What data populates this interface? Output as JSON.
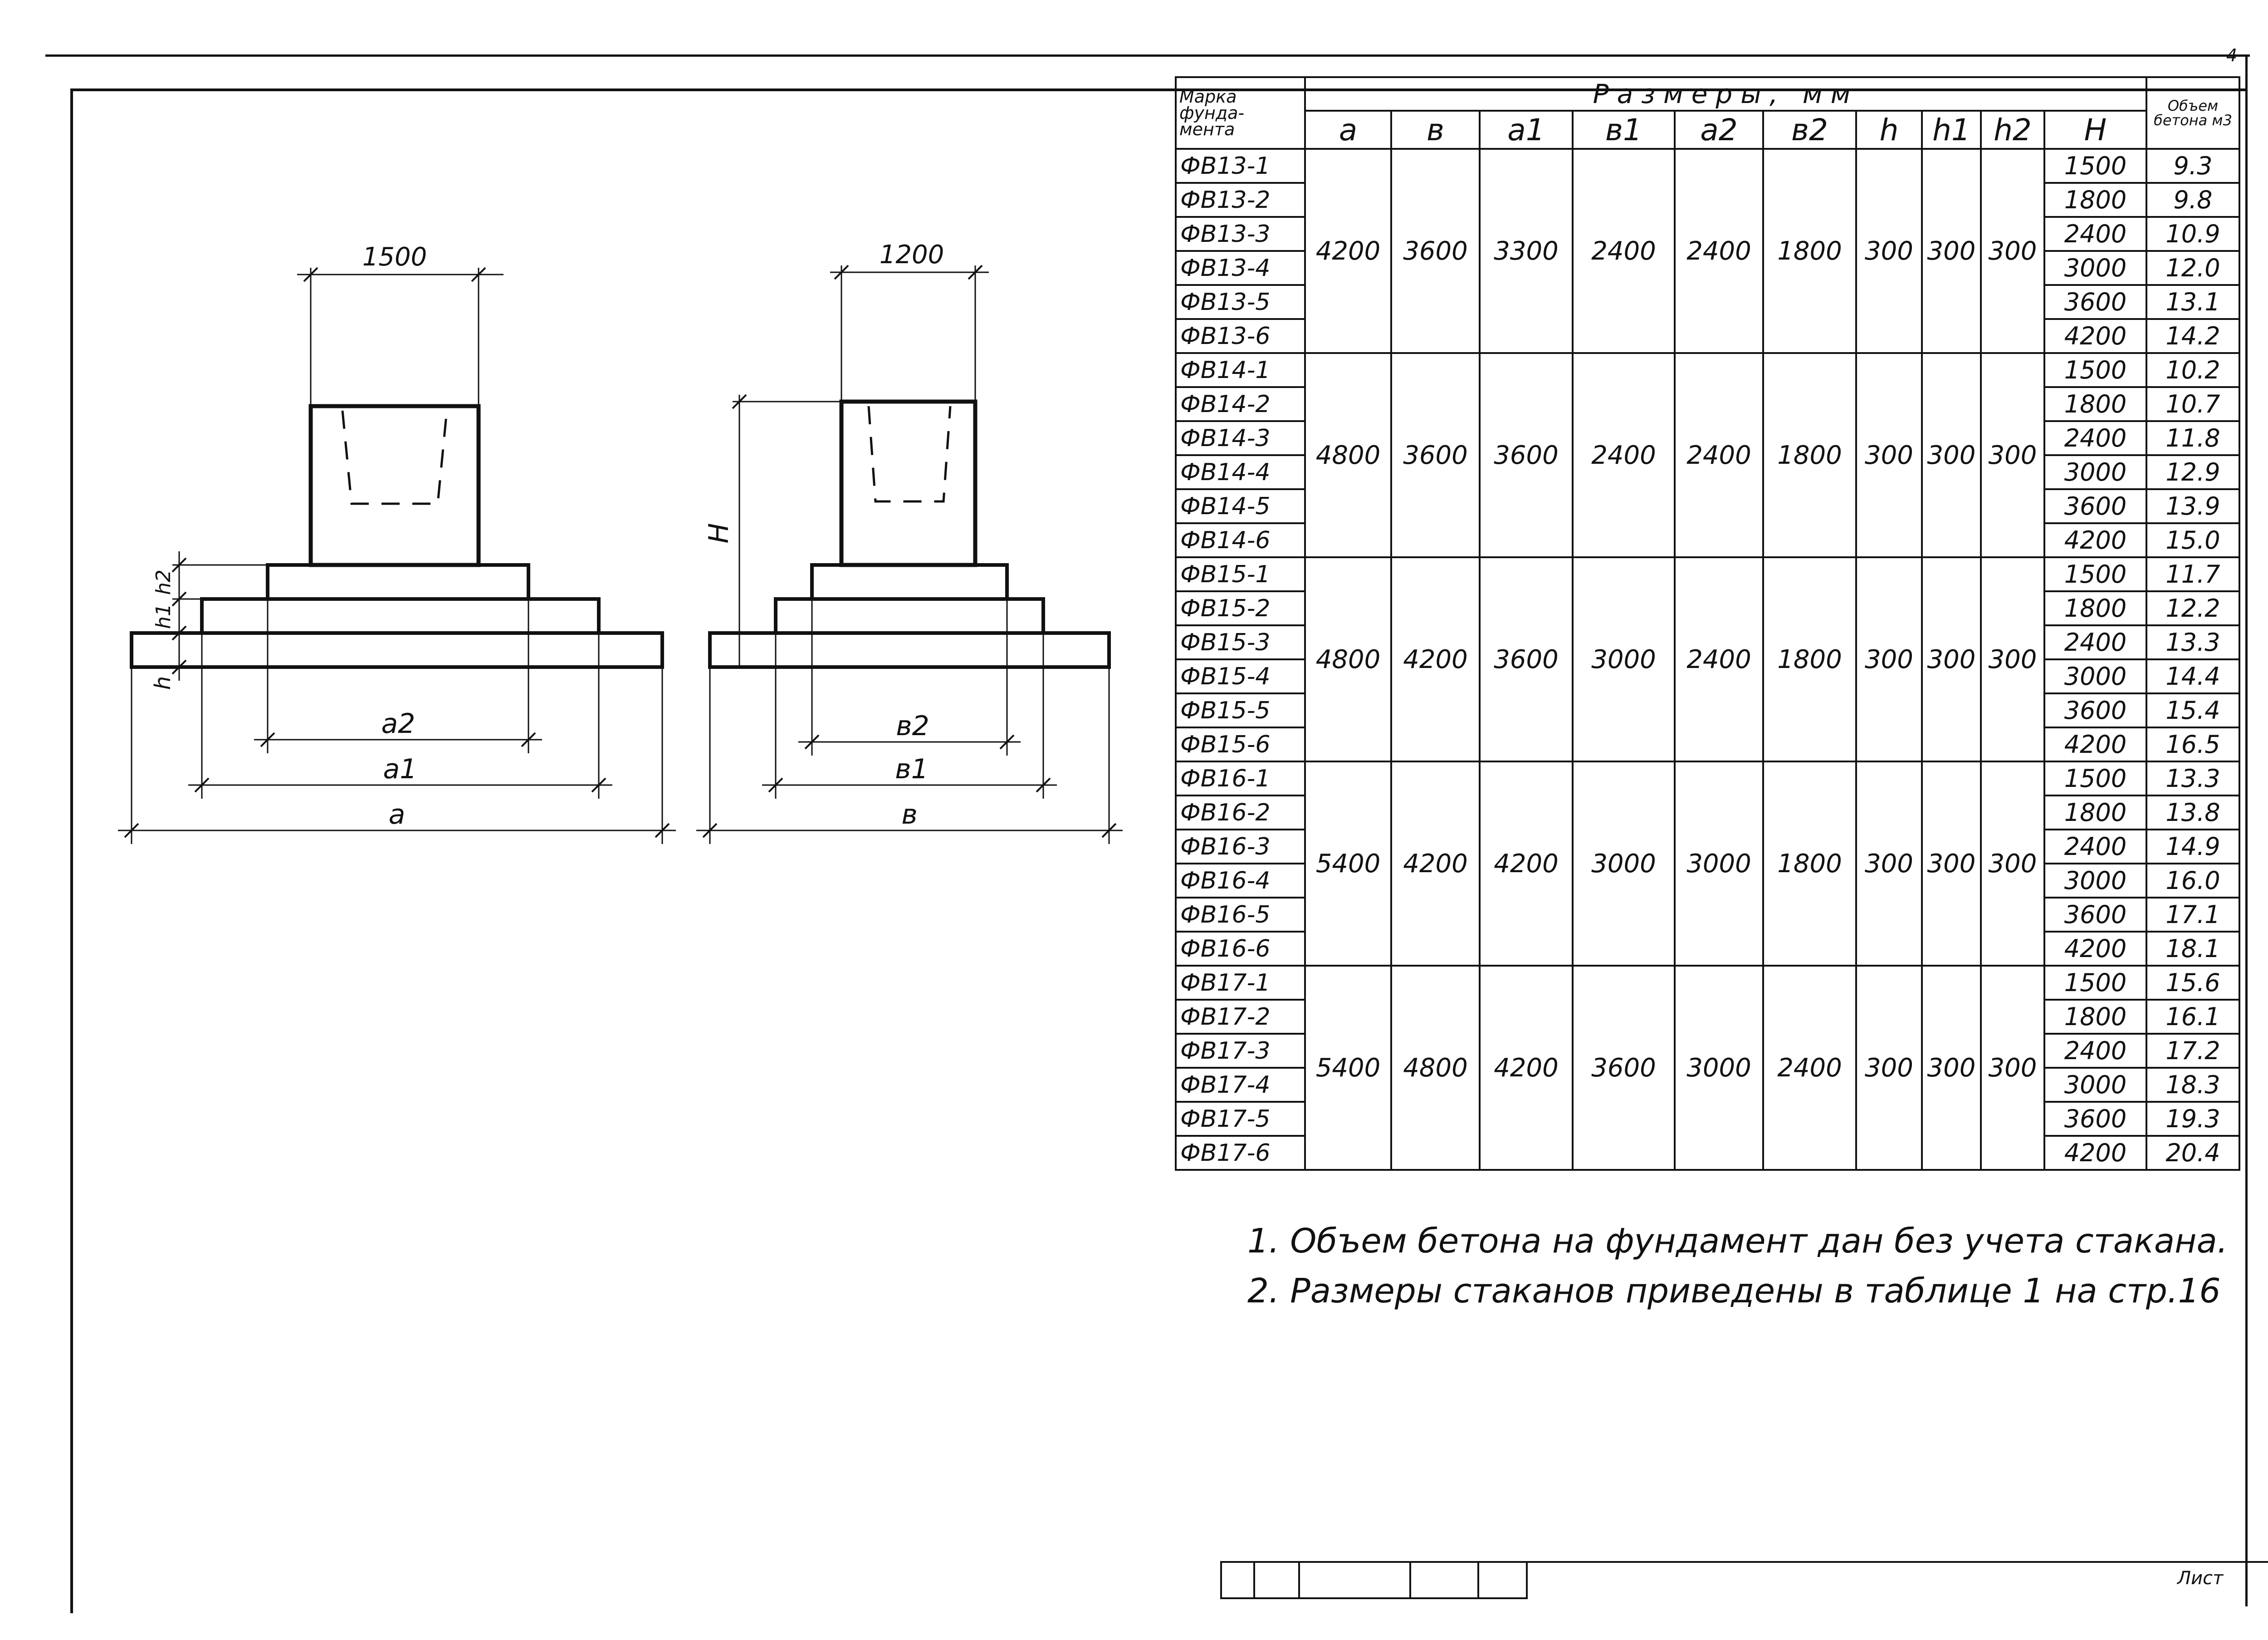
{
  "sheet": {
    "number": "4",
    "stamp_label": "Лист"
  },
  "drawing_left": {
    "top_width": "1500",
    "label_a2": "a2",
    "label_a1": "a1",
    "label_a": "a",
    "label_h2": "h2",
    "label_h1": "h1",
    "label_h": "h"
  },
  "drawing_right": {
    "top_width": "1200",
    "label_b2": "в2",
    "label_b1": "в1",
    "label_b": "в",
    "label_H": "H"
  },
  "table": {
    "header_mark": "Марка фунда- мента",
    "header_group": "Размеры, мм",
    "header_volume": "Объем бетона м3",
    "columns": [
      "a",
      "в",
      "a1",
      "в1",
      "a2",
      "в2",
      "h",
      "h1",
      "h2",
      "H"
    ],
    "groups": [
      {
        "dims": [
          "4200",
          "3600",
          "3300",
          "2400",
          "2400",
          "1800",
          "300",
          "300",
          "300"
        ],
        "rows": [
          {
            "mark": "ФВ13-1",
            "H": "1500",
            "volume": "9.3"
          },
          {
            "mark": "ФВ13-2",
            "H": "1800",
            "volume": "9.8"
          },
          {
            "mark": "ФВ13-3",
            "H": "2400",
            "volume": "10.9"
          },
          {
            "mark": "ФВ13-4",
            "H": "3000",
            "volume": "12.0"
          },
          {
            "mark": "ФВ13-5",
            "H": "3600",
            "volume": "13.1"
          },
          {
            "mark": "ФВ13-6",
            "H": "4200",
            "volume": "14.2"
          }
        ]
      },
      {
        "dims": [
          "4800",
          "3600",
          "3600",
          "2400",
          "2400",
          "1800",
          "300",
          "300",
          "300"
        ],
        "rows": [
          {
            "mark": "ФВ14-1",
            "H": "1500",
            "volume": "10.2"
          },
          {
            "mark": "ФВ14-2",
            "H": "1800",
            "volume": "10.7"
          },
          {
            "mark": "ФВ14-3",
            "H": "2400",
            "volume": "11.8"
          },
          {
            "mark": "ФВ14-4",
            "H": "3000",
            "volume": "12.9"
          },
          {
            "mark": "ФВ14-5",
            "H": "3600",
            "volume": "13.9"
          },
          {
            "mark": "ФВ14-6",
            "H": "4200",
            "volume": "15.0"
          }
        ]
      },
      {
        "dims": [
          "4800",
          "4200",
          "3600",
          "3000",
          "2400",
          "1800",
          "300",
          "300",
          "300"
        ],
        "rows": [
          {
            "mark": "ФВ15-1",
            "H": "1500",
            "volume": "11.7"
          },
          {
            "mark": "ФВ15-2",
            "H": "1800",
            "volume": "12.2"
          },
          {
            "mark": "ФВ15-3",
            "H": "2400",
            "volume": "13.3"
          },
          {
            "mark": "ФВ15-4",
            "H": "3000",
            "volume": "14.4"
          },
          {
            "mark": "ФВ15-5",
            "H": "3600",
            "volume": "15.4"
          },
          {
            "mark": "ФВ15-6",
            "H": "4200",
            "volume": "16.5"
          }
        ]
      },
      {
        "dims": [
          "5400",
          "4200",
          "4200",
          "3000",
          "3000",
          "1800",
          "300",
          "300",
          "300"
        ],
        "rows": [
          {
            "mark": "ФВ16-1",
            "H": "1500",
            "volume": "13.3"
          },
          {
            "mark": "ФВ16-2",
            "H": "1800",
            "volume": "13.8"
          },
          {
            "mark": "ФВ16-3",
            "H": "2400",
            "volume": "14.9"
          },
          {
            "mark": "ФВ16-4",
            "H": "3000",
            "volume": "16.0"
          },
          {
            "mark": "ФВ16-5",
            "H": "3600",
            "volume": "17.1"
          },
          {
            "mark": "ФВ16-6",
            "H": "4200",
            "volume": "18.1"
          }
        ]
      },
      {
        "dims": [
          "5400",
          "4800",
          "4200",
          "3600",
          "3000",
          "2400",
          "300",
          "300",
          "300"
        ],
        "rows": [
          {
            "mark": "ФВ17-1",
            "H": "1500",
            "volume": "15.6"
          },
          {
            "mark": "ФВ17-2",
            "H": "1800",
            "volume": "16.1"
          },
          {
            "mark": "ФВ17-3",
            "H": "2400",
            "volume": "17.2"
          },
          {
            "mark": "ФВ17-4",
            "H": "3000",
            "volume": "18.3"
          },
          {
            "mark": "ФВ17-5",
            "H": "3600",
            "volume": "19.3"
          },
          {
            "mark": "ФВ17-6",
            "H": "4200",
            "volume": "20.4"
          }
        ]
      }
    ]
  },
  "notes": [
    "1. Объем бетона на фундамент дан без учета стакана.",
    "2. Размеры стаканов приведены в таблице 1 на стр.16"
  ]
}
